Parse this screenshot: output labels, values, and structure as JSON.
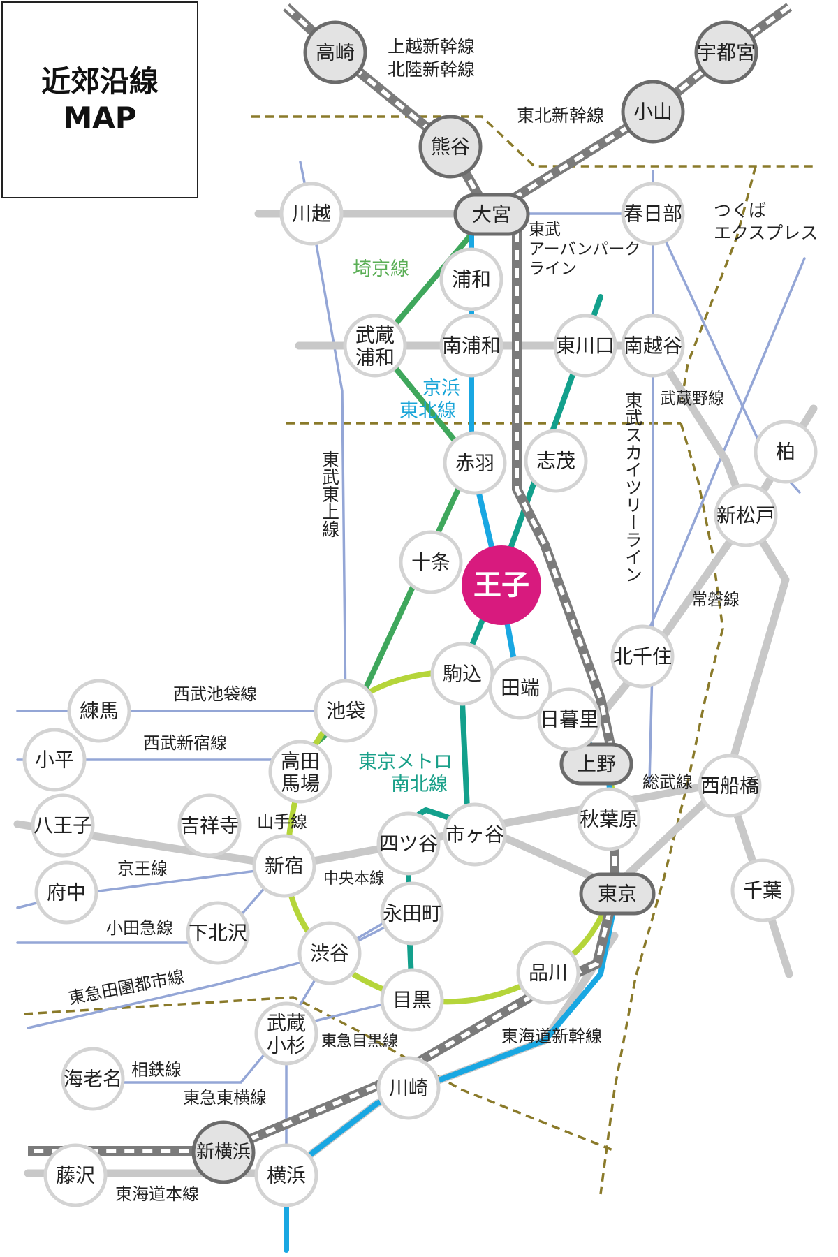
{
  "title": {
    "line1": "近郊沿線",
    "line2": "MAP"
  },
  "colors": {
    "shinkansen_dark": "#7b7b7b",
    "jr_gray": "#c8c8c8",
    "private_blue": "#94a6d6",
    "saikyo_green": "#3fa75c",
    "keihin_blue": "#19a7e2",
    "nanboku_teal": "#13a08c",
    "yamanote_lime": "#b5d53a",
    "border_olive": "#8a7a2a",
    "hub_magenta": "#d81a7e",
    "station_fill": "#ffffff",
    "station_border": "#d3d3d3",
    "major_fill": "#e3e3e3",
    "major_border": "#6b6b6b",
    "saikyo_label": "#5aae55",
    "keihin_label": "#1aa5d8",
    "nanboku_label": "#1aa089"
  },
  "stations": {
    "takasaki": "高崎",
    "utsunomiya": "宇都宮",
    "oyama": "小山",
    "kumagaya": "熊谷",
    "omiya": "大宮",
    "kawagoe": "川越",
    "kasukabe": "春日部",
    "urawa": "浦和",
    "musashi_urawa_1": "武蔵",
    "musashi_urawa_2": "浦和",
    "minami_urawa": "南浦和",
    "higashi_kawaguchi": "東川口",
    "minami_koshigaya": "南越谷",
    "akabane": "赤羽",
    "shimo": "志茂",
    "kashiwa": "柏",
    "shin_matsudo": "新松戸",
    "jujo": "十条",
    "oji": "王子",
    "kita_senju": "北千住",
    "komagome": "駒込",
    "tabata": "田端",
    "ikebukuro": "池袋",
    "nippori": "日暮里",
    "nerima": "練馬",
    "kodaira": "小平",
    "takadanobaba_1": "高田",
    "takadanobaba_2": "馬場",
    "ueno": "上野",
    "nishi_funabashi": "西船橋",
    "hachioji": "八王子",
    "kichijoji": "吉祥寺",
    "yotsuya": "四ツ谷",
    "ichigaya": "市ヶ谷",
    "akihabara": "秋葉原",
    "shinjuku": "新宿",
    "fuchu": "府中",
    "tokyo": "東京",
    "chiba": "千葉",
    "shimokitazawa": "下北沢",
    "nagatacho": "永田町",
    "shibuya": "渋谷",
    "shinagawa": "品川",
    "meguro": "目黒",
    "musashi_kosugi_1": "武蔵",
    "musashi_kosugi_2": "小杉",
    "ebina": "海老名",
    "kawasaki": "川崎",
    "shin_yokohama": "新横浜",
    "fujisawa": "藤沢",
    "yokohama": "横浜"
  },
  "lines": {
    "joetsu_1": "上越新幹線",
    "hokuriku": "北陸新幹線",
    "tohoku_shinkansen": "東北新幹線",
    "tsukuba_1": "つくば",
    "tsukuba_2": "エクスプレス",
    "tobu_urban_1": "東武",
    "tobu_urban_2": "アーバンパーク",
    "tobu_urban_3": "ライン",
    "saikyo": "埼京線",
    "keihin_1": "京浜",
    "keihin_2": "東北線",
    "musashino": "武蔵野線",
    "tobu_tojo": "東武東上線",
    "tobu_skytree": "東武スカイツリーライン",
    "joban": "常磐線",
    "seibu_ikebukuro": "西武池袋線",
    "seibu_shinjuku": "西武新宿線",
    "metro_nanboku_1": "東京メトロ",
    "metro_nanboku_2": "南北線",
    "sobu": "総武線",
    "yamanote": "山手線",
    "keio": "京王線",
    "chuo": "中央本線",
    "odakyu": "小田急線",
    "tokyu_denentoshi": "東急田園都市線",
    "tokyu_meguro": "東急目黒線",
    "sotetsu": "相鉄線",
    "tokyu_toyoko": "東急東横線",
    "tokaido_shinkansen": "東海道新幹線",
    "tokaido_main": "東海道本線"
  }
}
